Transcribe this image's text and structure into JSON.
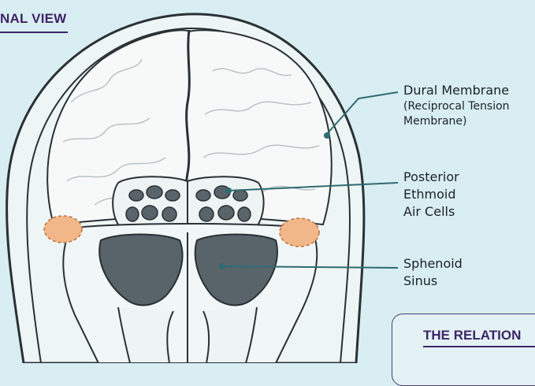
{
  "header": {
    "title": "NAL VIEW"
  },
  "labels": {
    "dural": {
      "title": "Dural Membrane",
      "sub": "(Reciprocal Tension Membrane)"
    },
    "ethmoid": {
      "line1": "Posterior",
      "line2": "Ethmoid",
      "line3": "Air Cells"
    },
    "sphenoid": {
      "line1": "Sphenoid",
      "line2": "Sinus"
    }
  },
  "panel": {
    "title": "THE RELATION"
  },
  "colors": {
    "background": "#d9eef2",
    "bone": "#f4f8f8",
    "outline": "#2a3136",
    "sinus": "#59636a",
    "leader": "#2e6b72",
    "orange": "#f2b788",
    "accent": "#3d2566"
  }
}
